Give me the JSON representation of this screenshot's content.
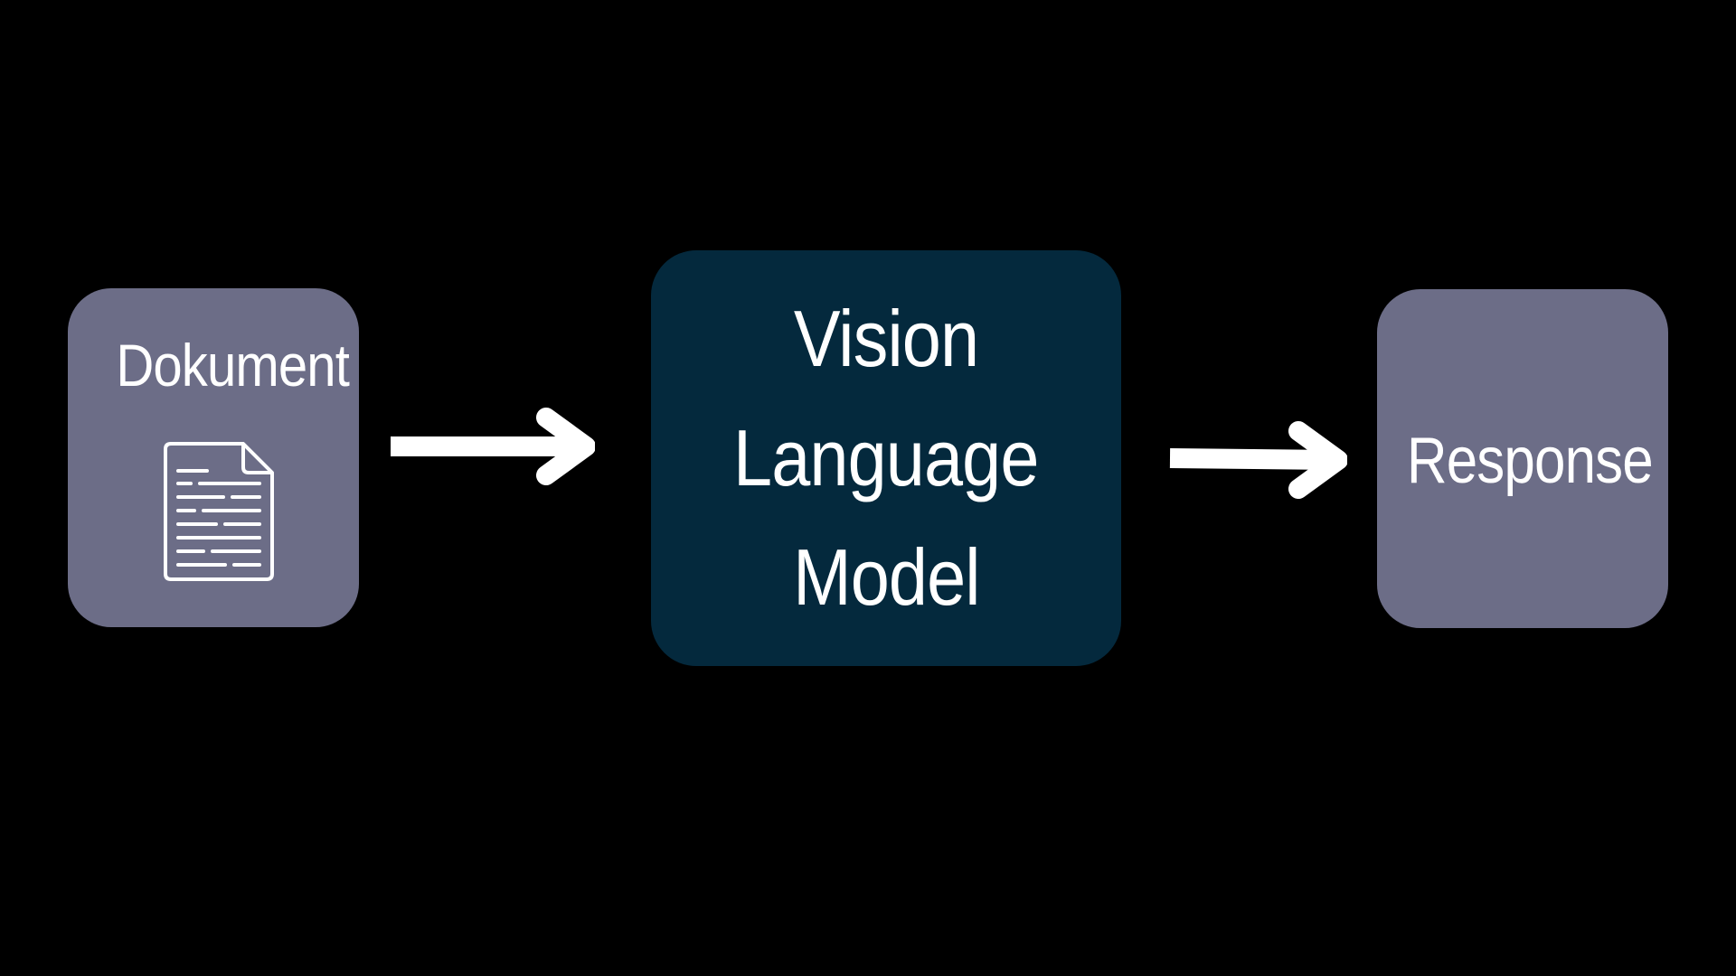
{
  "colors": {
    "background": "#000000",
    "input_box": "#6c6d87",
    "model_box": "#04293d",
    "output_box": "#6c6d87",
    "text": "#ffffff",
    "arrow": "#ffffff"
  },
  "nodes": {
    "input": {
      "label": "Dokument",
      "icon": "document-icon"
    },
    "model": {
      "lines": [
        "Vision",
        "Language",
        "Model"
      ]
    },
    "output": {
      "label": "Response"
    }
  },
  "edges": [
    {
      "from": "input",
      "to": "model",
      "icon": "arrow-right-icon"
    },
    {
      "from": "model",
      "to": "output",
      "icon": "arrow-right-icon"
    }
  ]
}
